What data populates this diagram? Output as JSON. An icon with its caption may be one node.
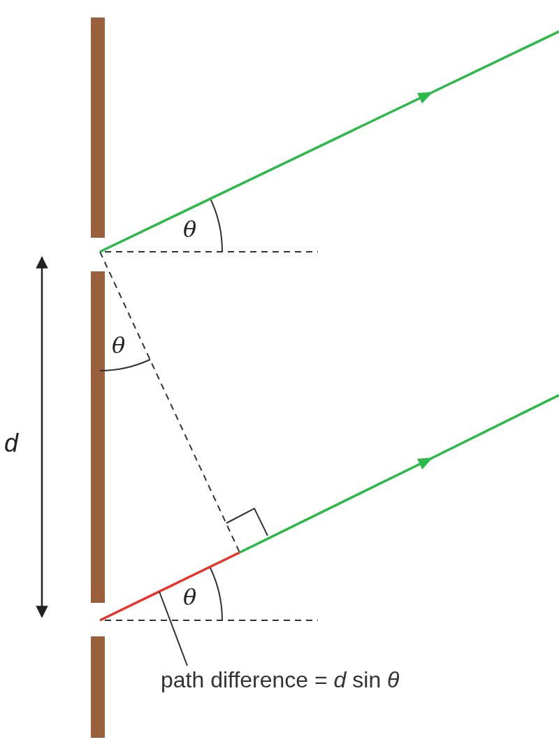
{
  "diagram": {
    "nodes": [
      {
        "text": [
          "path difference = *d* sin *θ*"
        ]
      },
      {
        "text": [],
        "shape": "line"
      }
    ],
    "edges": [
      {
        "from": 0,
        "to": 1,
        "arrow": "none"
      }
    ],
    "labels": [
      "θ",
      "θ",
      "d",
      "θ"
    ]
  }
}
